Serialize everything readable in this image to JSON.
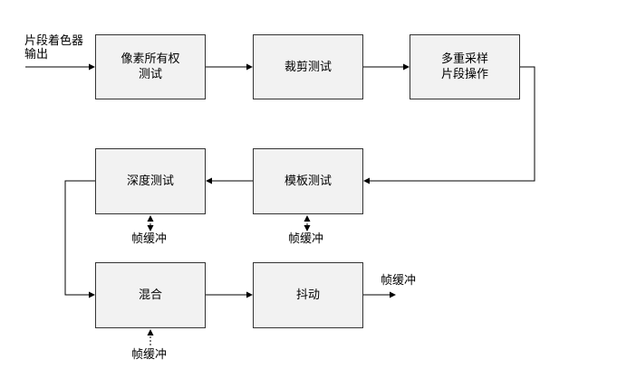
{
  "input_label": "片段着色器\n输出",
  "blocks": {
    "pixel_ownership": "像素所有权\n测试",
    "scissor_test": "裁剪测试",
    "multisample": "多重采样\n片段操作",
    "stencil_test": "模板测试",
    "depth_test": "深度测试",
    "blending": "混合",
    "dithering": "抖动"
  },
  "framebuffer_labels": {
    "depth": "帧缓冲",
    "stencil": "帧缓冲",
    "blending": "帧缓冲",
    "output": "帧缓冲"
  },
  "colors": {
    "box_fill": "#f2f2f2",
    "box_border": "#333333",
    "line": "#000000"
  }
}
